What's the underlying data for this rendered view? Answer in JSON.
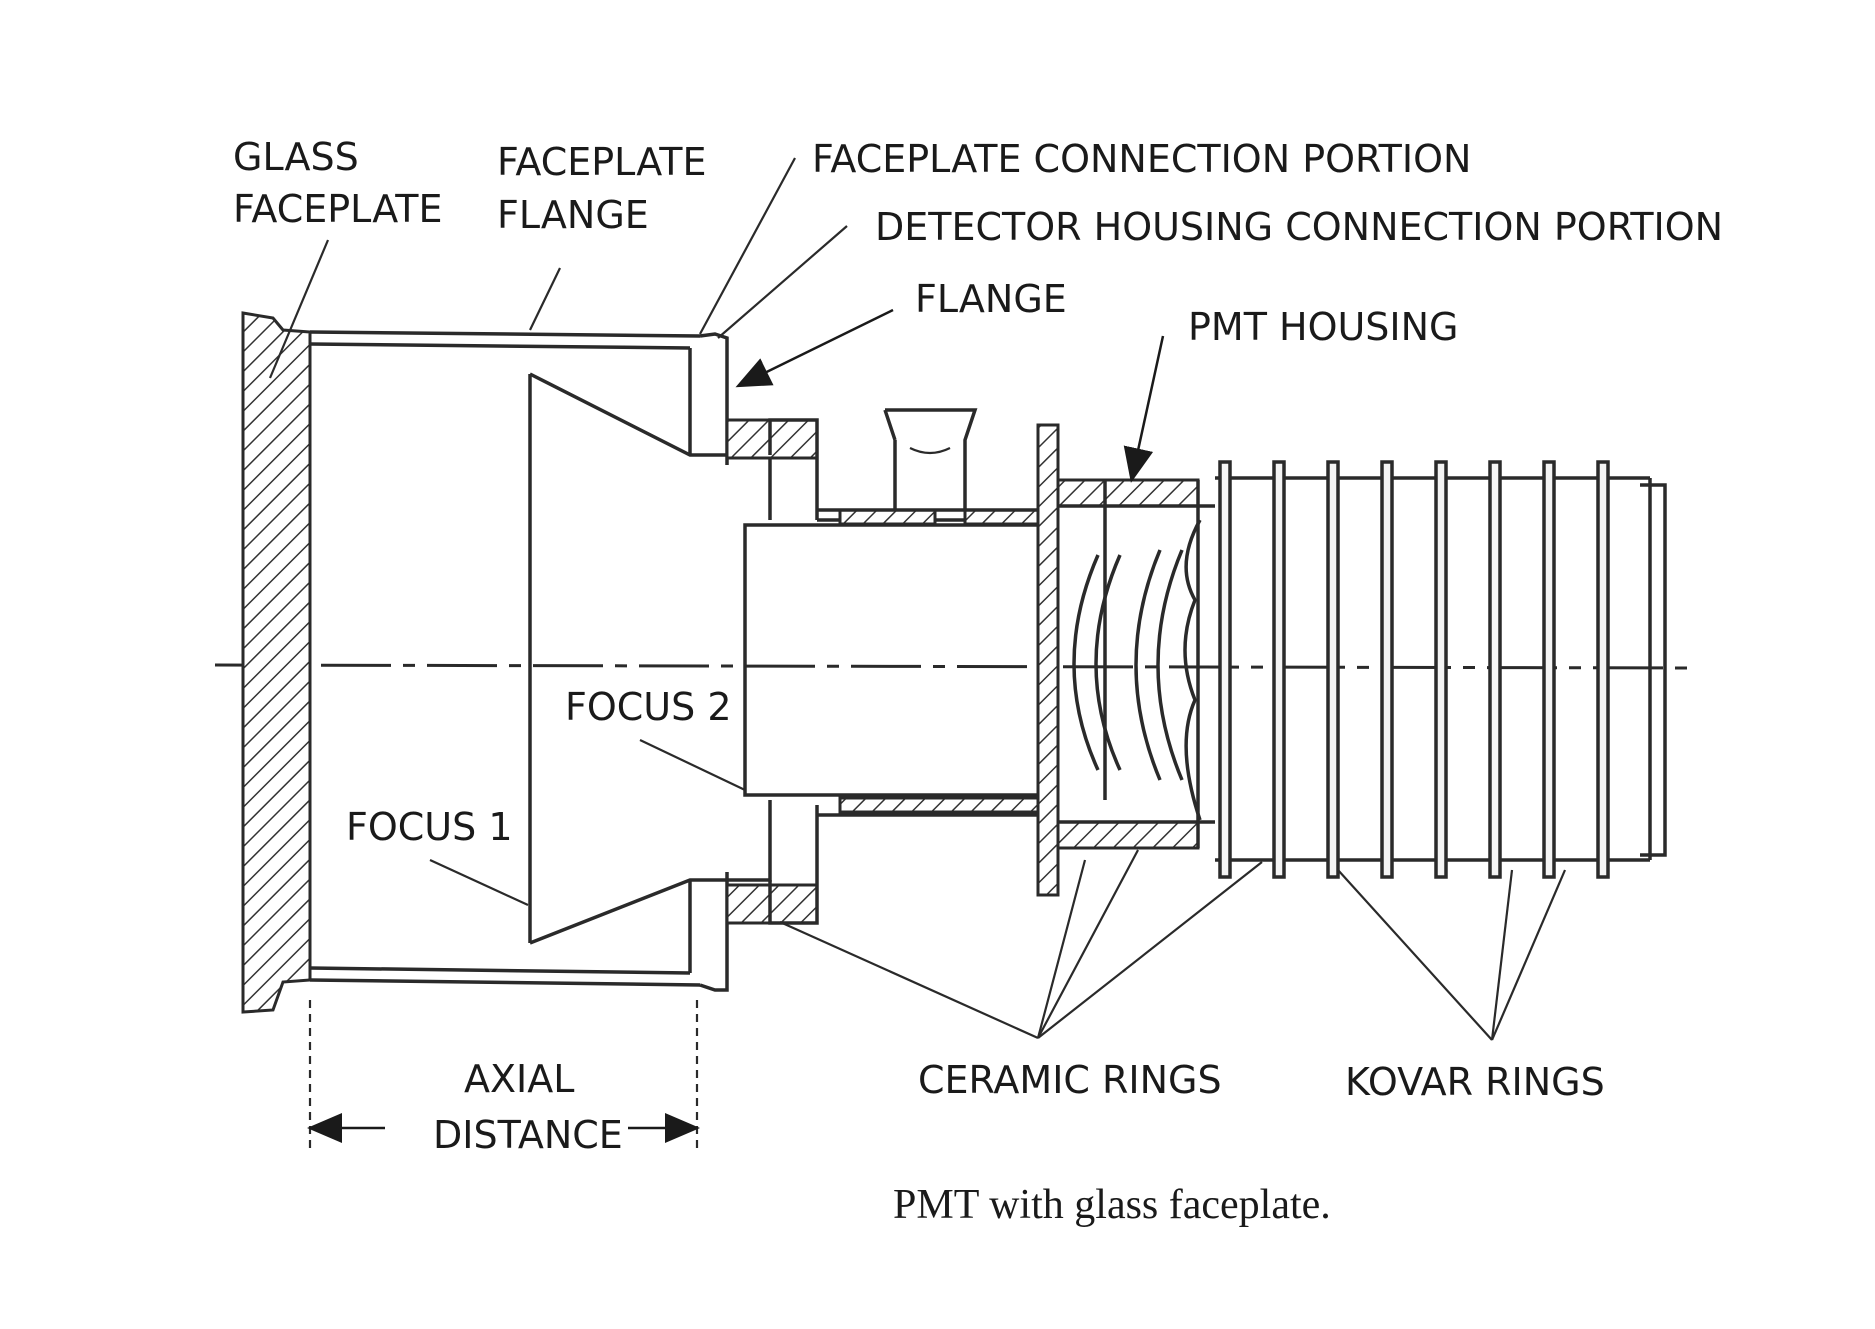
{
  "labels": {
    "glass_faceplate_1": "GLASS",
    "glass_faceplate_2": "FACEPLATE",
    "faceplate_flange_1": "FACEPLATE",
    "faceplate_flange_2": "FLANGE",
    "faceplate_connection": "FACEPLATE CONNECTION PORTION",
    "detector_housing_connection": "DETECTOR HOUSING CONNECTION PORTION",
    "flange": "FLANGE",
    "pmt_housing": "PMT HOUSING",
    "focus_2": "FOCUS 2",
    "focus_1": "FOCUS 1",
    "axial_1": "AXIAL",
    "axial_2": "DISTANCE",
    "ceramic_rings": "CERAMIC RINGS",
    "kovar_rings": "KOVAR RINGS"
  },
  "caption": "PMT with glass faceplate."
}
